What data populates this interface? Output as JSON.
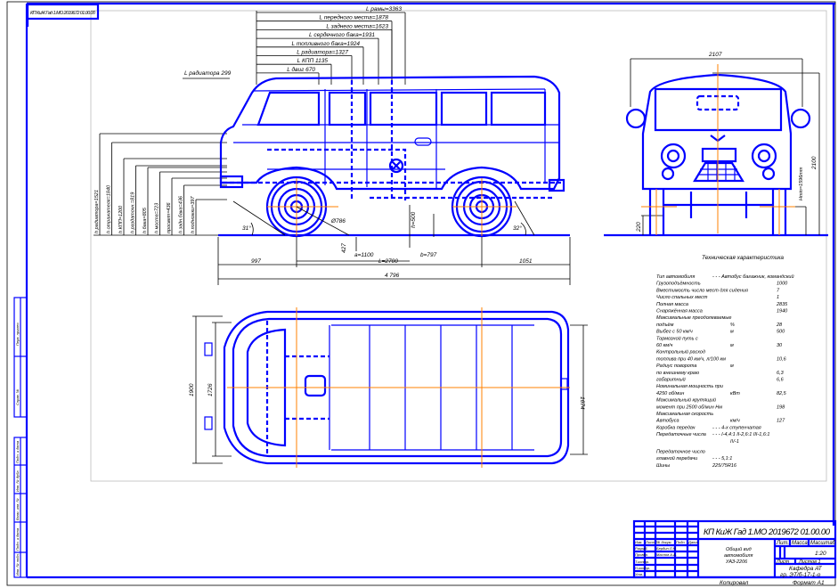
{
  "stamp_top": "КП КиЖ Гад 1.МО 2019672 01.00.00",
  "side_view": {
    "top_dims": [
      "L рамы=3363",
      "L передного места=1878",
      "L заднего места=1623",
      "L сердечного бака=1931",
      "L топливного бака=1924",
      "L радиатора=1327",
      "L КПП 1135",
      "L двиг 670"
    ],
    "left_dim": "L радиатора 299",
    "height_dims": [
      "h радиатора=1521",
      "h отражателя=1840",
      "h КПП=1200",
      "h раздаточн.=819",
      "h бака=805",
      "h моста=723",
      "просвет=436",
      "h задн.бака=436",
      "h подножки=397"
    ],
    "bottom_dims": {
      "front_overhang": "997",
      "wheelbase": "L=2700",
      "rear_overhang": "1051",
      "total": "4 796",
      "a": "a=1100",
      "b": "b=797",
      "h": "h=500",
      "c": "427",
      "tire": "Ø786",
      "angle_front": "31°",
      "angle_rear": "32°"
    }
  },
  "front_view": {
    "width": "2107",
    "height": "2100",
    "height2": "Нmin=1596mm",
    "clearance": "220"
  },
  "plan_view": {
    "width_outer": "1900",
    "width_inner": "1726",
    "track": "1674"
  },
  "specs": {
    "title": "Техническая характеристика",
    "rows": [
      [
        "Тип автомобиля",
        "- - -  Автобус багажник, командский",
        ""
      ],
      [
        "Грузоподъёмность",
        "",
        "1000"
      ],
      [
        "Вместимость число мест для сидения",
        "",
        "7"
      ],
      [
        "Число спальных мест",
        "",
        "1"
      ],
      [
        "Полная масса",
        "",
        "2835"
      ],
      [
        "Снаряжённая масса",
        "",
        "1940"
      ],
      [
        "Максимальные преодолеваемые",
        "",
        ""
      ],
      [
        "подъём",
        "%",
        "28"
      ],
      [
        "Выбег с 50 км/ч",
        "м",
        "500"
      ],
      [
        "Тормозной путь с",
        "",
        ""
      ],
      [
        "60 км/ч",
        "м",
        "30"
      ],
      [
        "Контрольный расход",
        "",
        ""
      ],
      [
        "топлива при 40 км/ч, л/100 км",
        "",
        "10,6"
      ],
      [
        "Радиус поворота",
        "м",
        ""
      ],
      [
        "по внешнему краю",
        "",
        "6,3"
      ],
      [
        "габаритный",
        "",
        "6,6"
      ],
      [
        "Номинальная мощность при",
        "",
        ""
      ],
      [
        "4250 об/мин",
        "кВт",
        "82,5"
      ],
      [
        "Максимальный крутящий",
        "",
        ""
      ],
      [
        "момент при 2500 об/мин Нм",
        "",
        "198"
      ],
      [
        "Максимальная скорость",
        "",
        ""
      ],
      [
        "Автобуса",
        "км/ч",
        "127"
      ],
      [
        "Коробка передач",
        "- - -  4-х ступенчатая",
        ""
      ],
      [
        "Передаточные числа",
        "- - -  I-4,4:1  II-2,6:1  III-1,6:1",
        ""
      ],
      [
        "",
        "IV-1",
        ""
      ],
      [
        "Передаточное число",
        "",
        ""
      ],
      [
        "главной передачи",
        "- - -  5,1:1",
        ""
      ],
      [
        "Шины",
        "225/75R16",
        ""
      ]
    ]
  },
  "title_block": {
    "code": "КП КиЖ Гад 1.МО 2019672 01.00.00",
    "name_lines": [
      "Общий вид",
      "автомобиля",
      "УАЗ-2206"
    ],
    "scale": "1:20",
    "dept_lines": [
      "Кафедра АТ",
      "гр. ЭТ/б-17-1-о"
    ],
    "headers": [
      "Изм.",
      "Лист",
      "№ докум.",
      "Подп.",
      "Дата"
    ],
    "roles": [
      "Разраб.",
      "Провер.",
      "Т.контр.",
      "Н.контр.",
      "Утв."
    ],
    "people": [
      "Бердин Л.Н.",
      "Маслов А.А."
    ],
    "lit": "Лит.",
    "mass": "Масса",
    "scale_label": "Масштаб",
    "sheet": "Лист",
    "sheets": "Листов 1",
    "copied": "Копировал",
    "format": "Формат A1"
  },
  "side_strip": [
    "Перв. примен.",
    "Справ. №",
    "Подп. и дата",
    "Инв. № дубл.",
    "Взам. инв. №",
    "Подп. и дата",
    "Инв. № подл."
  ]
}
